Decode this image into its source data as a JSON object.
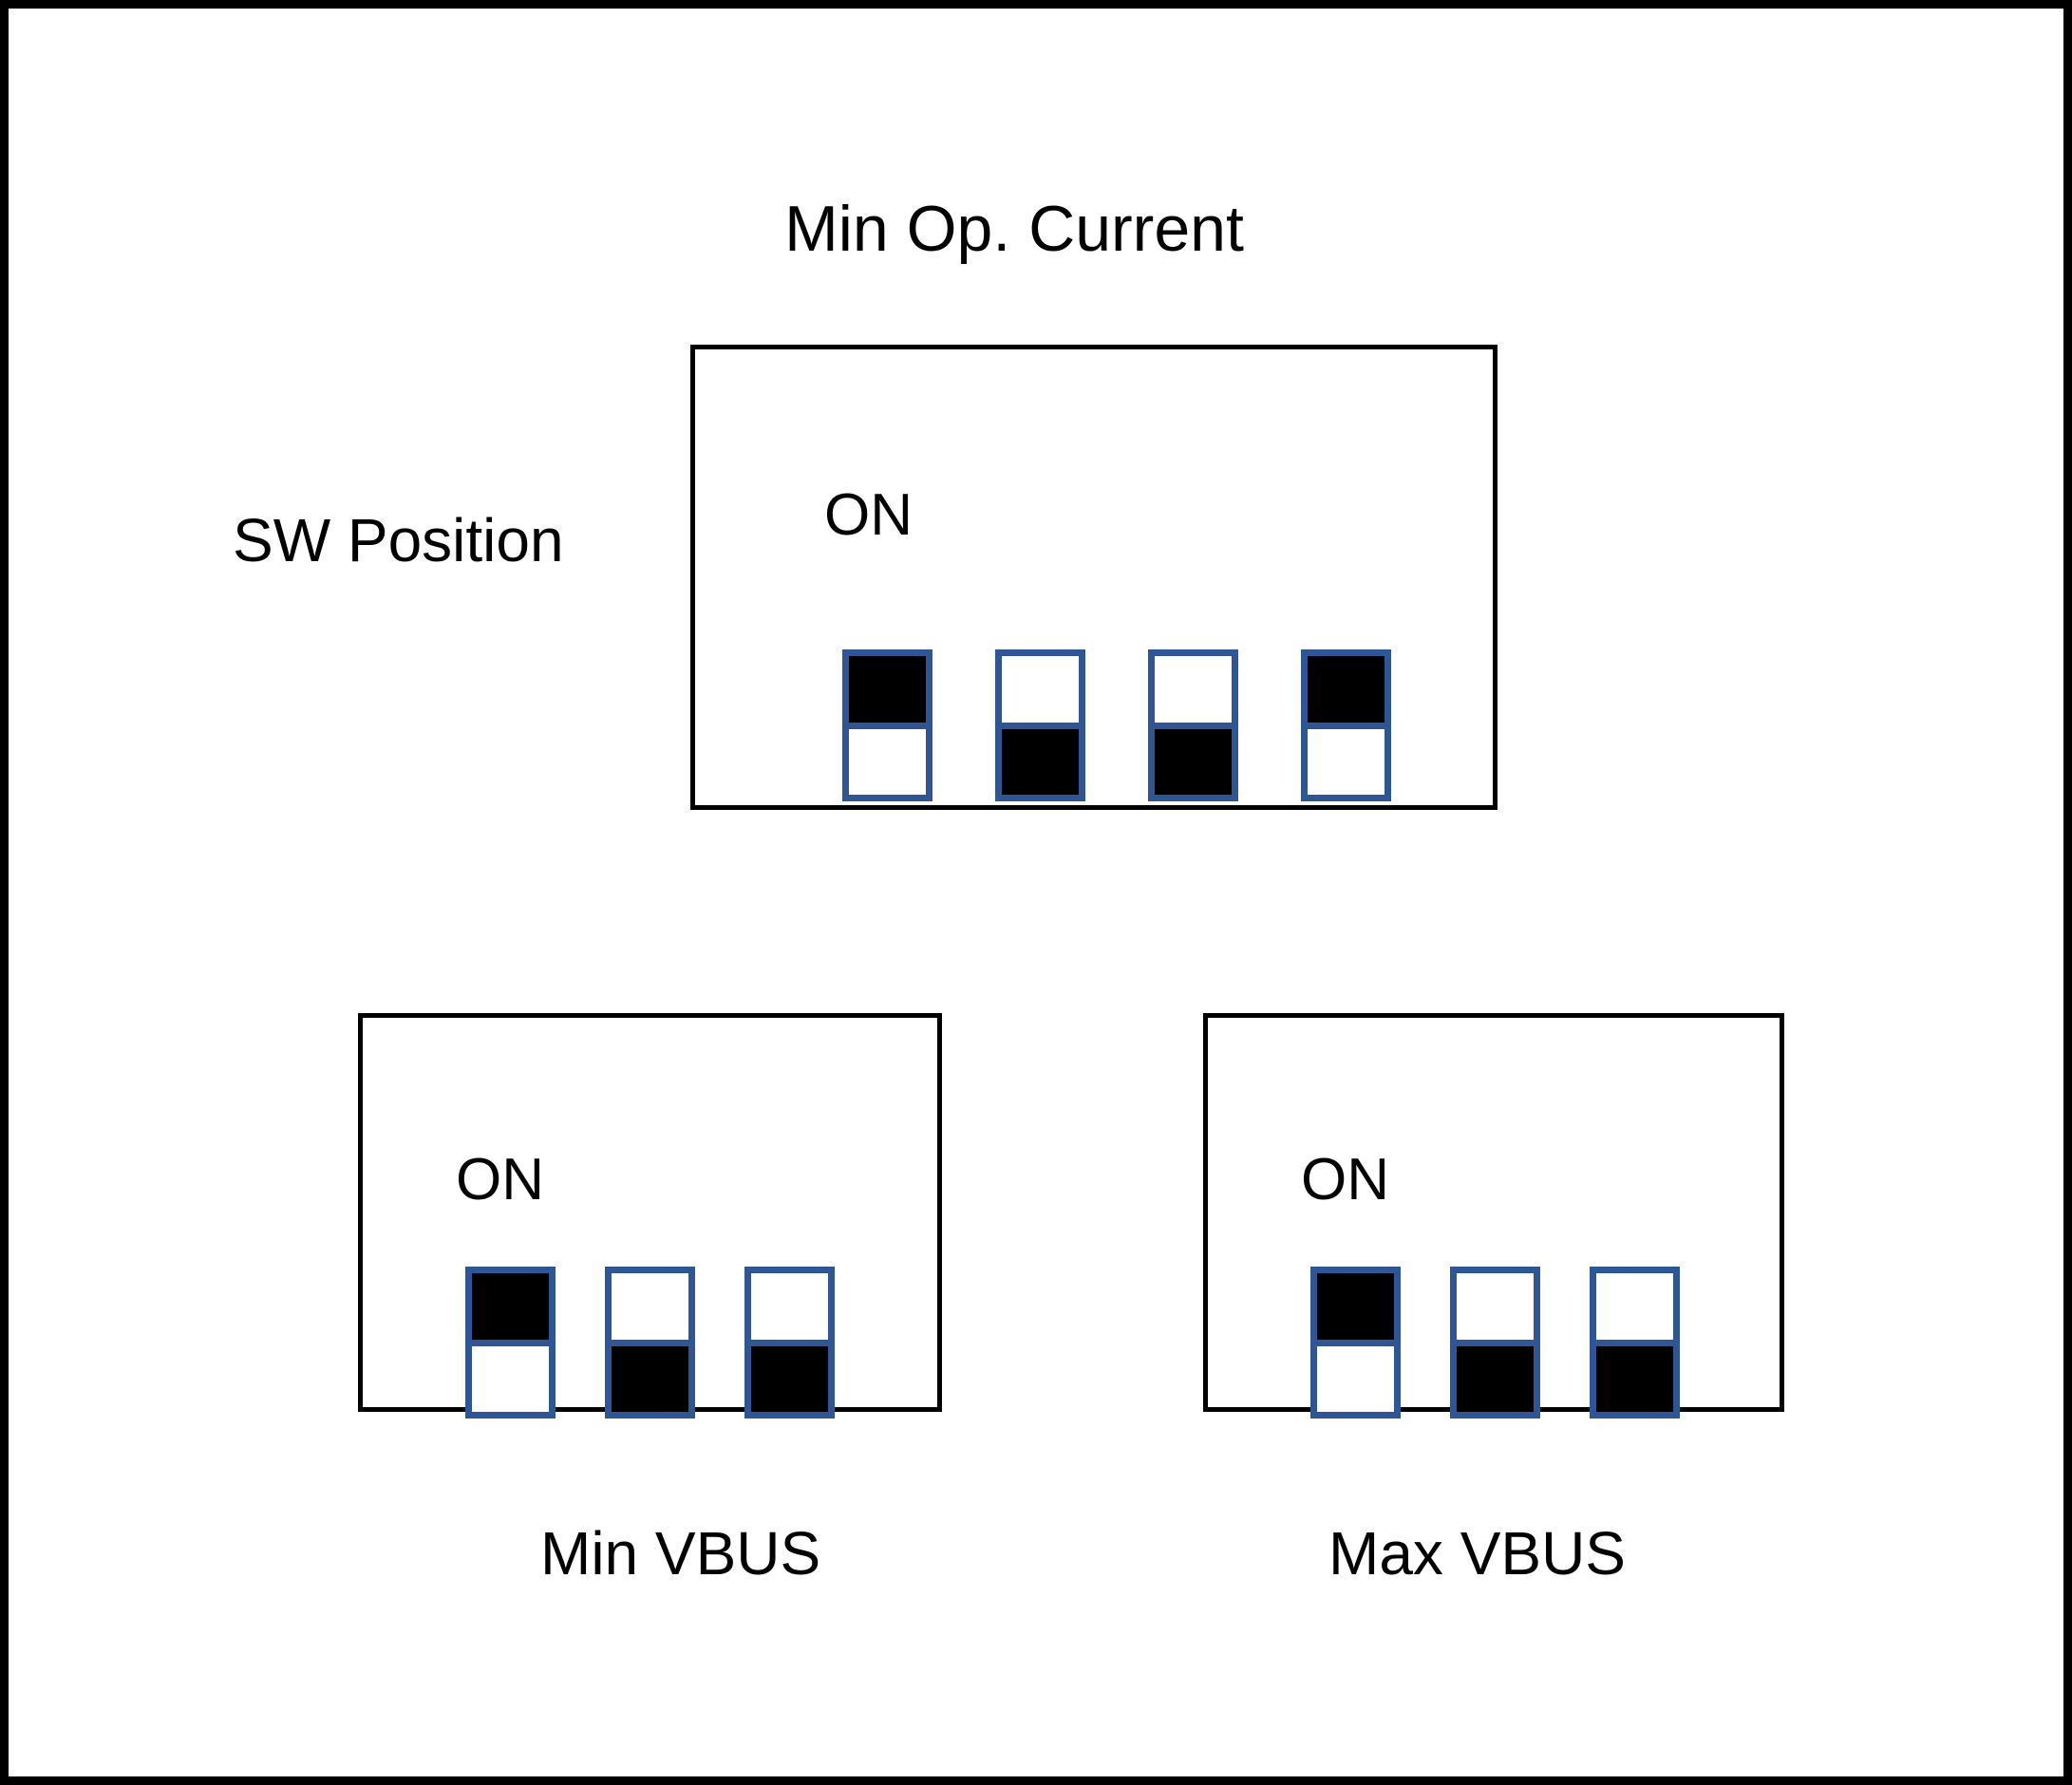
{
  "figure": {
    "title": "Min Op. Current",
    "row_label": "SW Position",
    "border_color": "#000000",
    "switch_border_color": "#2E5594",
    "switch_actuator_color": "#000000",
    "background_color": "#ffffff"
  },
  "banks": [
    {
      "id": "min-op-current",
      "on_label": "ON",
      "caption": "Min Op. Current",
      "caption_position": "above",
      "switch_count": 4,
      "switch_states": [
        "on",
        "off",
        "off",
        "on"
      ]
    },
    {
      "id": "min-vbus",
      "on_label": "ON",
      "caption": "Min VBUS",
      "caption_position": "below",
      "switch_count": 3,
      "switch_states": [
        "on",
        "off",
        "off"
      ]
    },
    {
      "id": "max-vbus",
      "on_label": "ON",
      "caption": "Max VBUS",
      "caption_position": "below",
      "switch_count": 3,
      "switch_states": [
        "on",
        "off",
        "off"
      ]
    }
  ]
}
